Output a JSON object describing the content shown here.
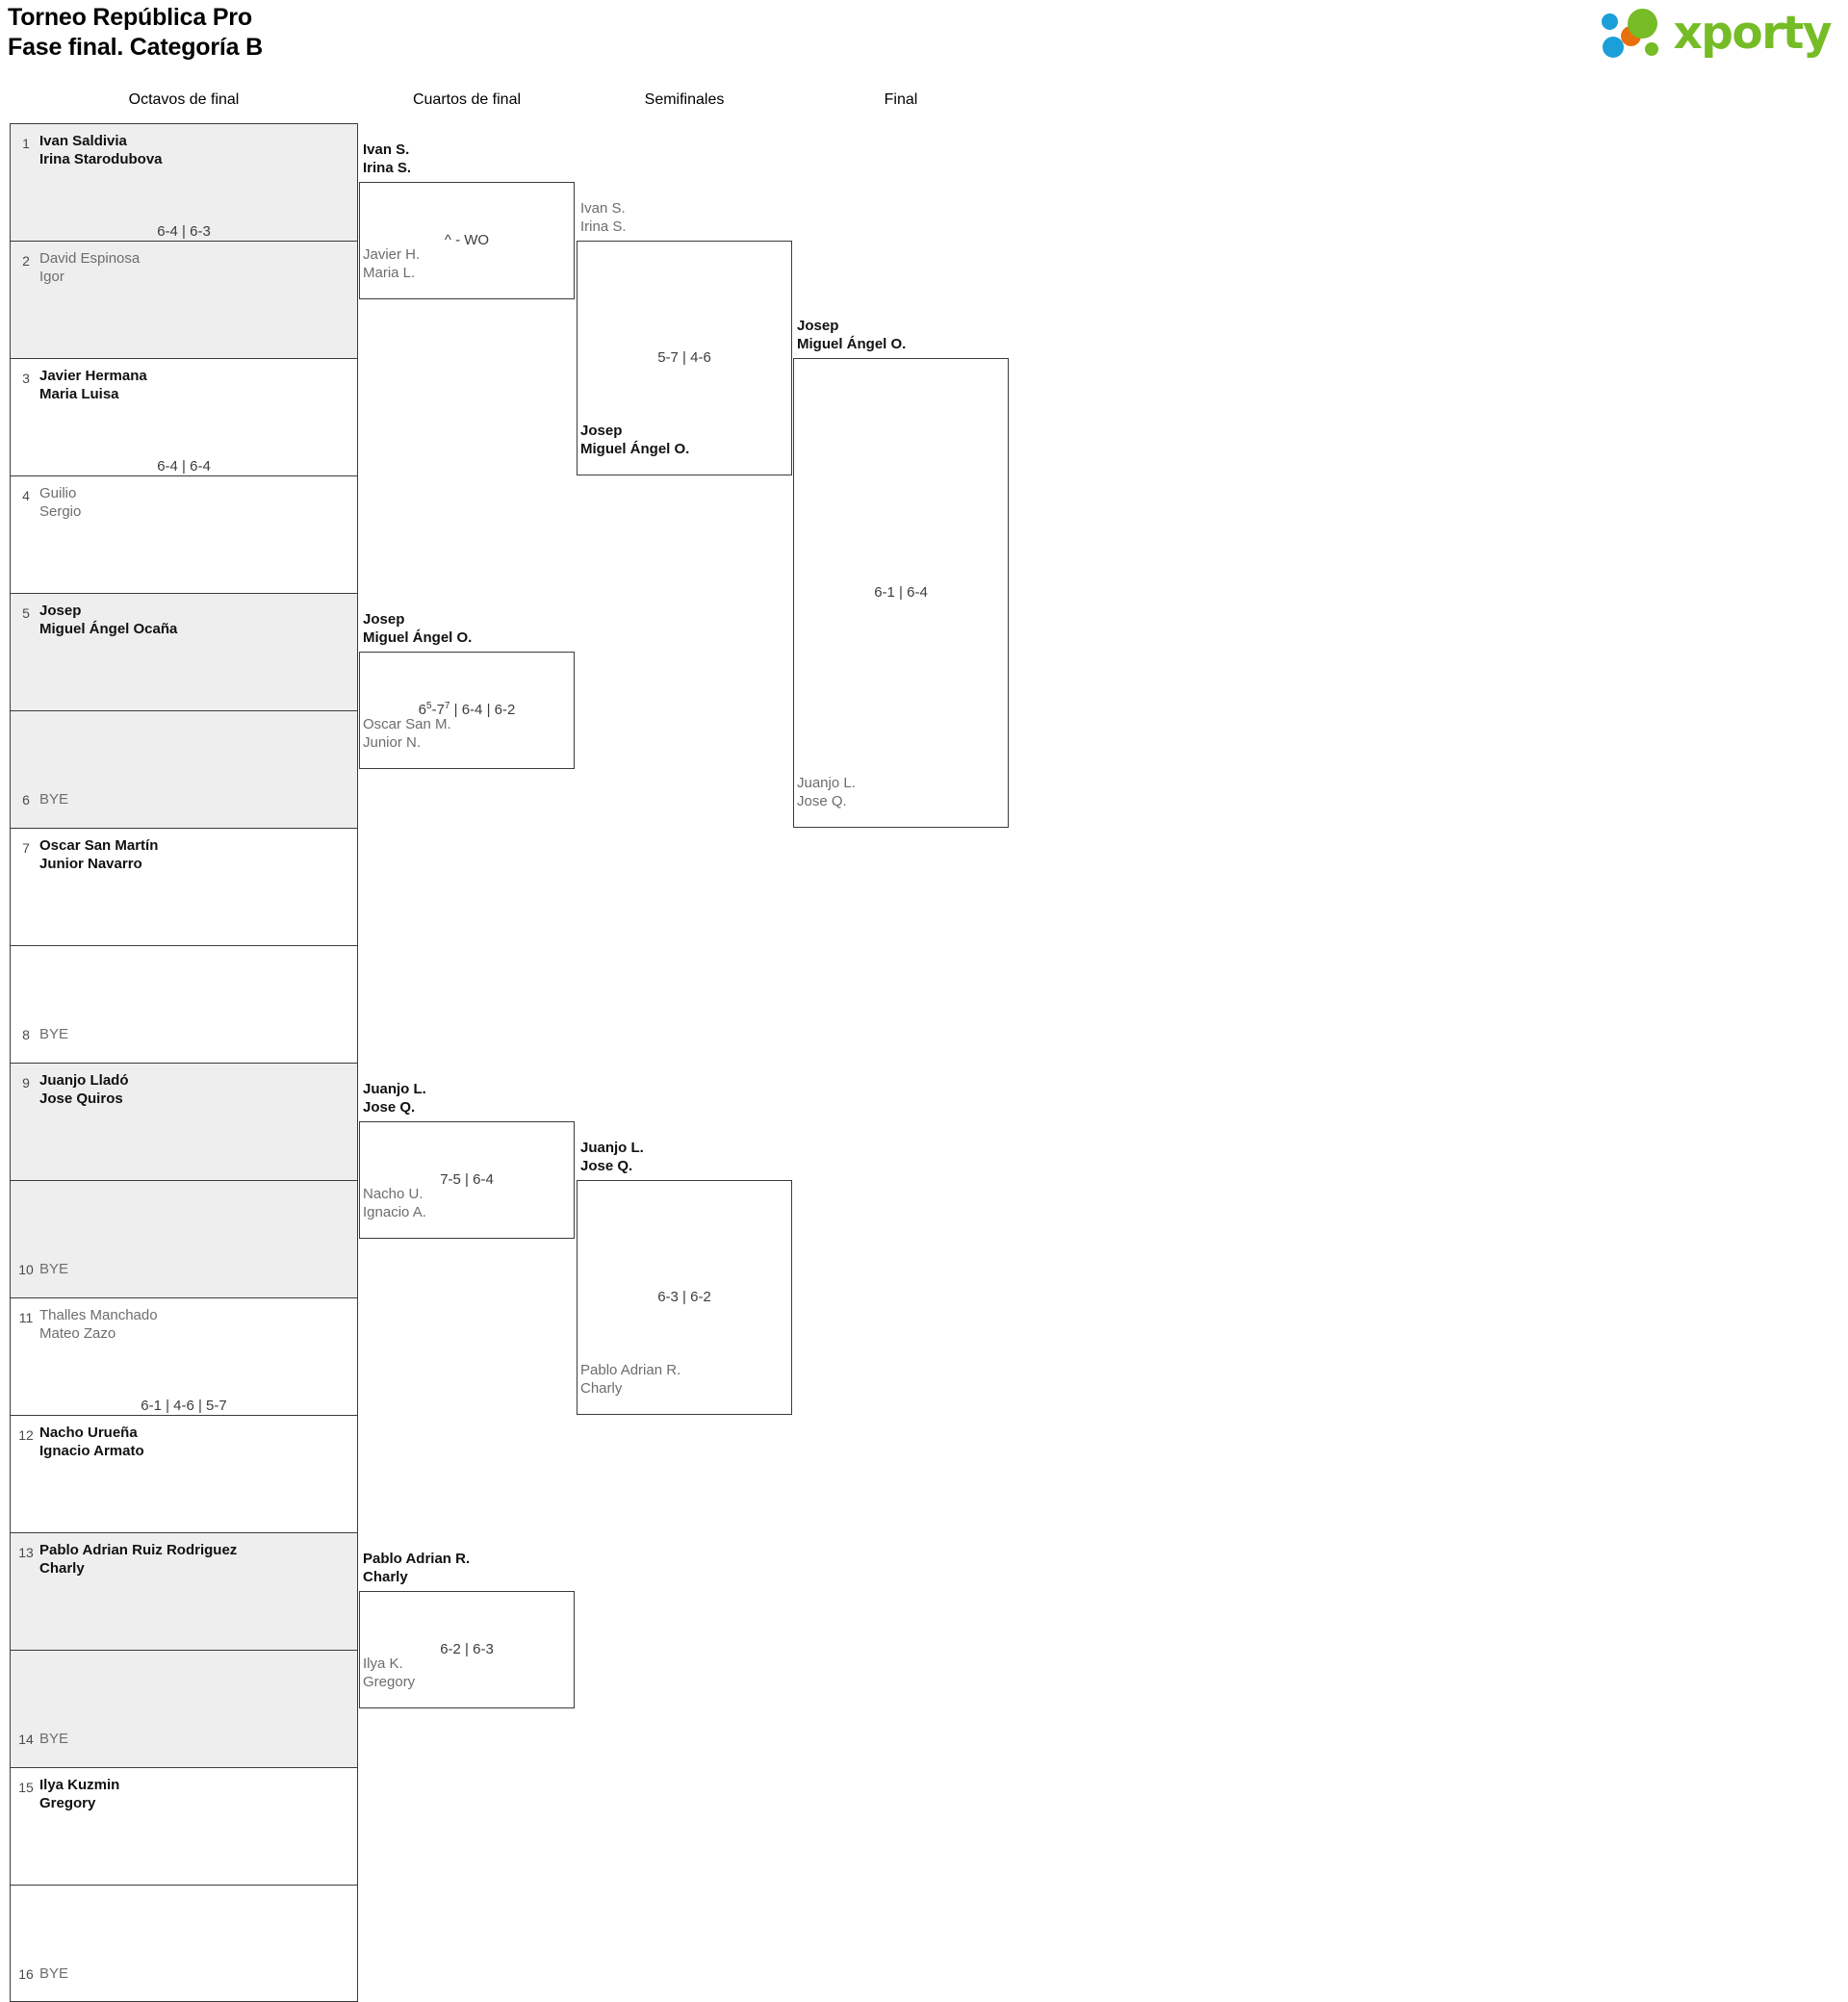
{
  "header": {
    "title_line1": "Torneo República Pro",
    "title_line2": "Fase final. Categoría B",
    "logo_word": "xporty",
    "logo_colors": {
      "blue": "#1b9fd8",
      "orange": "#e8700c",
      "green": "#75bc26"
    }
  },
  "rounds": [
    {
      "label": "Octavos de final"
    },
    {
      "label": "Cuartos de final"
    },
    {
      "label": "Semifinales"
    },
    {
      "label": "Final"
    }
  ],
  "round1": {
    "seeds": [
      {
        "num": "1",
        "line1": "Ivan Saldivia",
        "line2": "Irina Starodubova",
        "status": "win"
      },
      {
        "num": "2",
        "line1": "David Espinosa",
        "line2": "Igor",
        "status": "lose"
      },
      {
        "num": "3",
        "line1": "Javier Hermana",
        "line2": "Maria Luisa",
        "status": "win"
      },
      {
        "num": "4",
        "line1": "Guilio",
        "line2": "Sergio",
        "status": "lose"
      },
      {
        "num": "5",
        "line1": "Josep",
        "line2": "Miguel Ángel Ocaña",
        "status": "win"
      },
      {
        "num": "6",
        "line1": "BYE",
        "line2": "",
        "status": "bye"
      },
      {
        "num": "7",
        "line1": "Oscar San Martín",
        "line2": "Junior Navarro",
        "status": "win"
      },
      {
        "num": "8",
        "line1": "BYE",
        "line2": "",
        "status": "bye"
      },
      {
        "num": "9",
        "line1": "Juanjo Lladó",
        "line2": "Jose Quiros",
        "status": "win"
      },
      {
        "num": "10",
        "line1": "BYE",
        "line2": "",
        "status": "bye"
      },
      {
        "num": "11",
        "line1": "Thalles Manchado",
        "line2": "Mateo Zazo",
        "status": "lose"
      },
      {
        "num": "12",
        "line1": "Nacho Urueña",
        "line2": "Ignacio Armato",
        "status": "win"
      },
      {
        "num": "13",
        "line1": "Pablo Adrian Ruiz Rodriguez",
        "line2": "Charly",
        "status": "win"
      },
      {
        "num": "14",
        "line1": "BYE",
        "line2": "",
        "status": "bye"
      },
      {
        "num": "15",
        "line1": "Ilya Kuzmin",
        "line2": "Gregory",
        "status": "win"
      },
      {
        "num": "16",
        "line1": "BYE",
        "line2": "",
        "status": "bye"
      }
    ],
    "scores": [
      {
        "text": "6-4 | 6-3"
      },
      {
        "text": "6-4 | 6-4"
      },
      {
        "text": ""
      },
      {
        "text": ""
      },
      {
        "text": ""
      },
      {
        "text": "6-1 | 4-6 | 5-7"
      },
      {
        "text": ""
      },
      {
        "text": ""
      }
    ]
  },
  "round2": {
    "matches": [
      {
        "score": "^ - WO",
        "top": {
          "line1": "Ivan S.",
          "line2": "Irina S.",
          "status": "win"
        },
        "bottom": {
          "line1": "Javier H.",
          "line2": "Maria L.",
          "status": "lose"
        }
      },
      {
        "score": "6µ-7¹ | 6-4 | 6-2",
        "score_parts": {
          "a": "6",
          "a_sup": "5",
          "b": "-7",
          "b_sup": "7",
          "rest": " | 6-4 | 6-2"
        },
        "top": {
          "line1": "Josep",
          "line2": "Miguel Ángel O.",
          "status": "win"
        },
        "bottom": {
          "line1": "Oscar San M.",
          "line2": "Junior N.",
          "status": "lose"
        }
      },
      {
        "score": "7-5 | 6-4",
        "top": {
          "line1": "Juanjo L.",
          "line2": "Jose Q.",
          "status": "win"
        },
        "bottom": {
          "line1": "Nacho U.",
          "line2": "Ignacio A.",
          "status": "lose"
        }
      },
      {
        "score": "6-2 | 6-3",
        "top": {
          "line1": "Pablo Adrian R.",
          "line2": "Charly",
          "status": "win"
        },
        "bottom": {
          "line1": "Ilya K.",
          "line2": "Gregory",
          "status": "lose"
        }
      }
    ]
  },
  "round3": {
    "matches": [
      {
        "score": "5-7 | 4-6",
        "top": {
          "line1": "Ivan S.",
          "line2": "Irina S.",
          "status": "lose"
        },
        "bottom": {
          "line1": "Josep",
          "line2": "Miguel Ángel O.",
          "status": "win"
        }
      },
      {
        "score": "6-3 | 6-2",
        "top": {
          "line1": "Juanjo L.",
          "line2": "Jose Q.",
          "status": "win"
        },
        "bottom": {
          "line1": "Pablo Adrian R.",
          "line2": "Charly",
          "status": "lose"
        }
      }
    ]
  },
  "round4": {
    "match": {
      "score": "6-1 | 6-4",
      "top": {
        "line1": "Josep",
        "line2": "Miguel Ángel O.",
        "status": "win"
      },
      "bottom": {
        "line1": "Juanjo L.",
        "line2": "Jose Q.",
        "status": "lose"
      }
    }
  }
}
